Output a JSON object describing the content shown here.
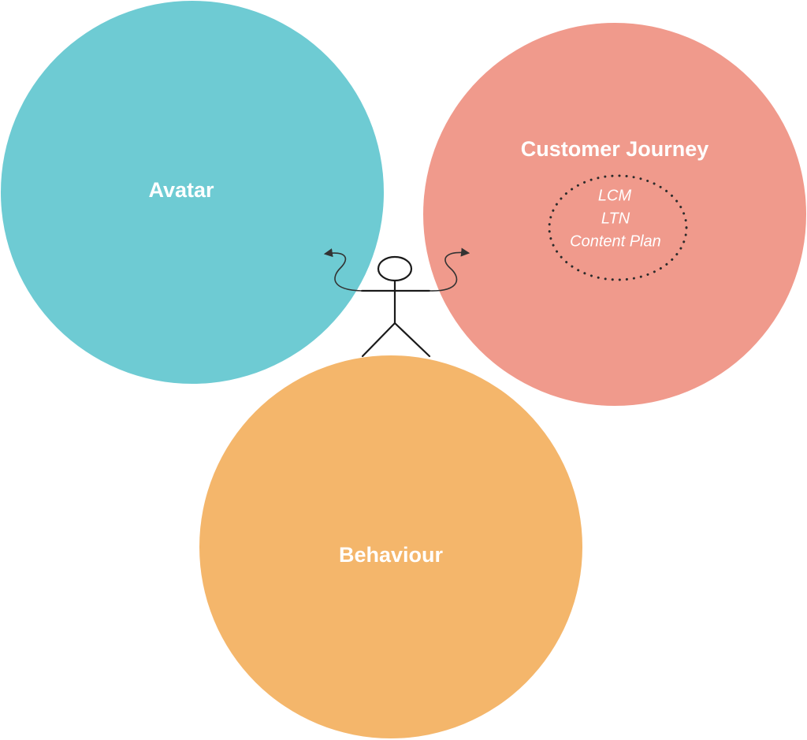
{
  "colors": {
    "avatar": "#6ecbd3",
    "customer_journey": "#f09a8c",
    "behaviour": "#f4b66b",
    "label_text": "#ffffff",
    "figure": "#1a1a1a"
  },
  "circles": {
    "avatar": {
      "label": "Avatar"
    },
    "customer_journey": {
      "label": "Customer Journey",
      "items": [
        "LCM",
        "LTN",
        "Content Plan"
      ]
    },
    "behaviour": {
      "label": "Behaviour"
    }
  },
  "icons": {
    "person": "stick-figure-icon",
    "arrow_left": "curved-arrow-left-icon",
    "arrow_right": "curved-arrow-right-icon"
  }
}
